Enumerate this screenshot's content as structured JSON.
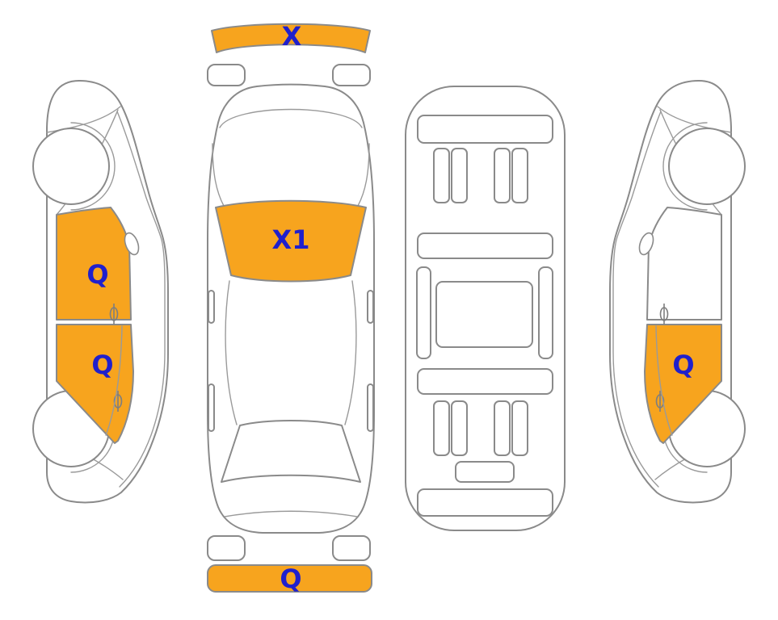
{
  "diagram": {
    "colors": {
      "highlight": "#F7A41E",
      "label": "#2020CC",
      "outline": "#8A8A8A",
      "background": "#FFFFFF"
    },
    "labels": {
      "windshield_band": "X",
      "windshield": "X1",
      "rear_band": "Q",
      "left_front_door": "Q",
      "left_rear_door": "Q",
      "right_rear_door": "Q"
    }
  }
}
